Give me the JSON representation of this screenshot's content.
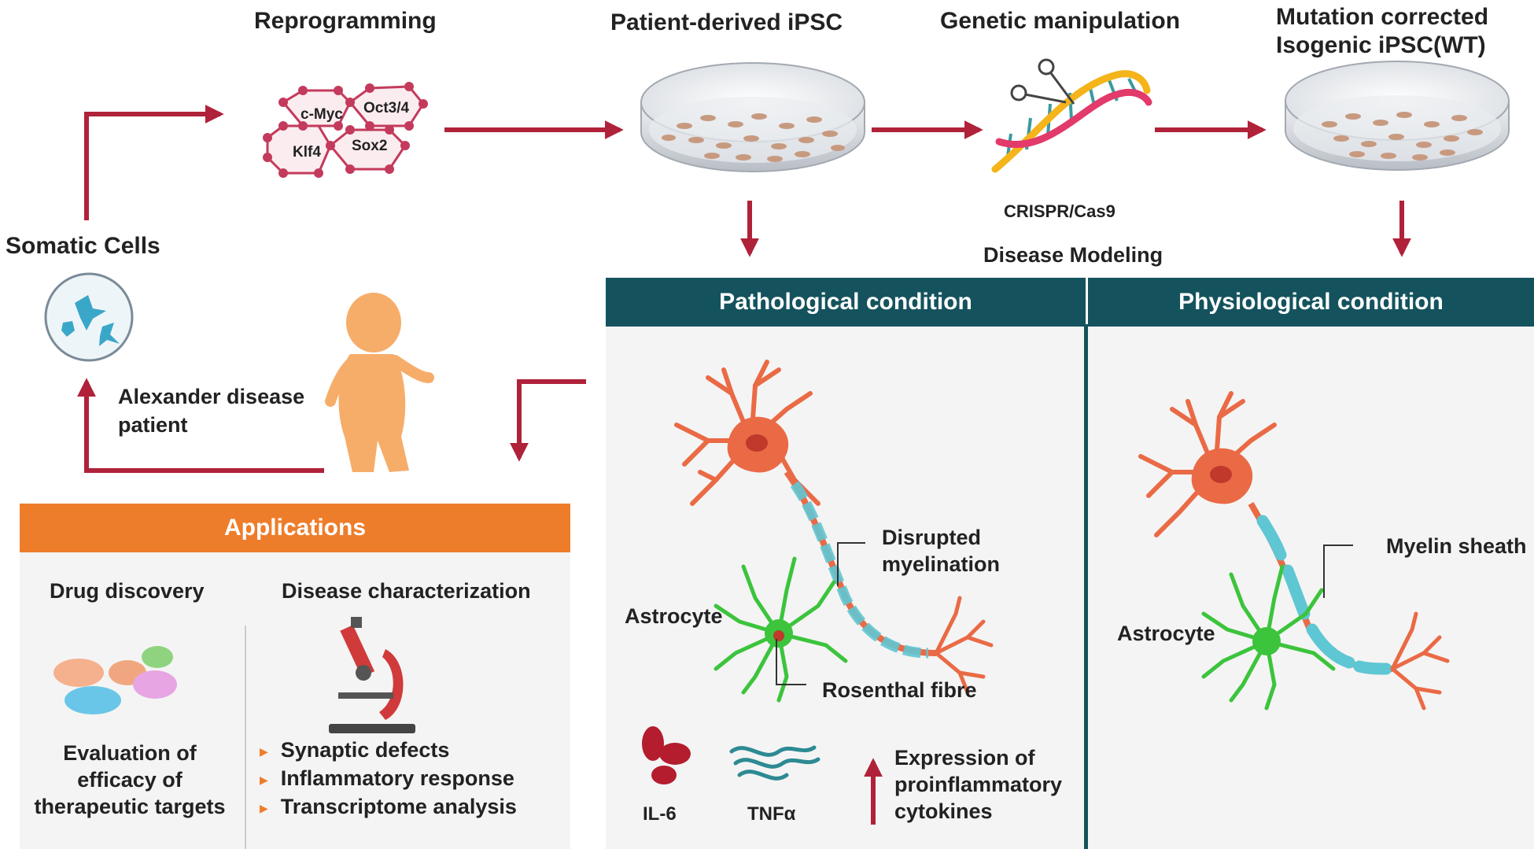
{
  "workflow": {
    "somatic_cells": "Somatic Cells",
    "reprogramming": "Reprogramming",
    "factors": [
      "c-Myc",
      "Oct3/4",
      "Klf4",
      "Sox2"
    ],
    "patient_ipsc": "Patient-derived iPSC",
    "genetic_manipulation": "Genetic manipulation",
    "crispr": "CRISPR/Cas9",
    "corrected_line1": "Mutation corrected",
    "corrected_line2": "Isogenic iPSC(WT)",
    "disease_modeling": "Disease Modeling",
    "patient_line1": "Alexander disease",
    "patient_line2": "patient"
  },
  "pathological": {
    "title": "Pathological condition",
    "disrupted_line1": "Disrupted",
    "disrupted_line2": "myelination",
    "astrocyte": "Astrocyte",
    "rosenthal": "Rosenthal fibre",
    "il6": "IL-6",
    "tnf": "TNFα",
    "expression_line1": "Expression of",
    "expression_line2": "proinflammatory",
    "expression_line3": "cytokines"
  },
  "physiological": {
    "title": "Physiological condition",
    "myelin": "Myelin sheath",
    "astrocyte": "Astrocyte"
  },
  "applications": {
    "title": "Applications",
    "drug_discovery": "Drug discovery",
    "disease_characterization": "Disease characterization",
    "evaluation_line1": "Evaluation of",
    "evaluation_line2": "efficacy of",
    "evaluation_line3": "therapeutic targets",
    "bullets": [
      "Synaptic defects",
      "Inflammatory response",
      "Transcriptome analysis"
    ]
  },
  "colors": {
    "arrow": "#b0223a",
    "panel_header": "#14535d",
    "applications_header": "#ee7d2b",
    "neuron": "#ea6a45",
    "astrocyte": "#3cc43c",
    "myelin": "#5fc6d3",
    "baby": "#f6ad6a"
  }
}
